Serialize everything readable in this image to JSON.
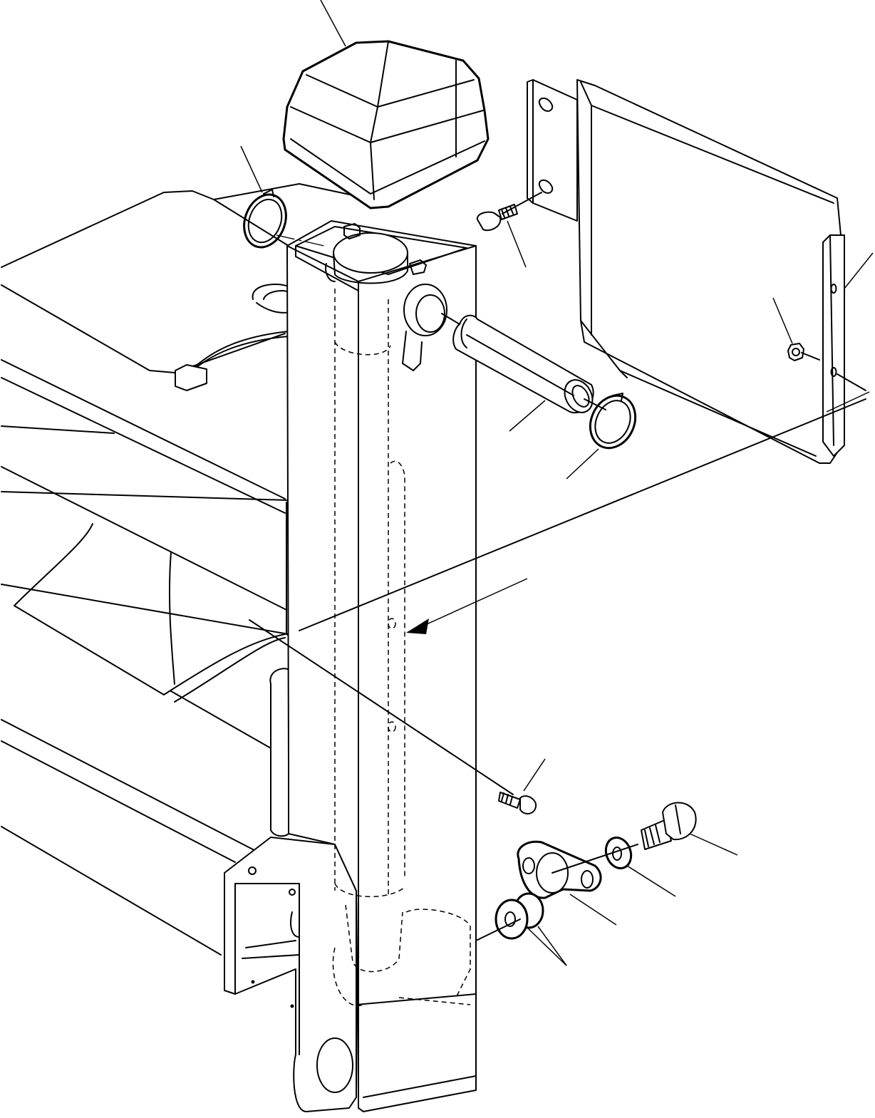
{
  "figure": {
    "parts": [
      {
        "id": "top-cap",
        "name": "cap-icon"
      },
      {
        "id": "snap-ring-upper",
        "name": "snap-ring-icon"
      },
      {
        "id": "mount-bolt-upper",
        "name": "bolt-icon"
      },
      {
        "id": "cover-plate",
        "name": "plate-icon"
      },
      {
        "id": "nut",
        "name": "nut-icon"
      },
      {
        "id": "pivot-pin",
        "name": "pin-icon"
      },
      {
        "id": "snap-ring-lower",
        "name": "snap-ring-icon"
      },
      {
        "id": "mount-bolt-lower",
        "name": "bolt-icon"
      },
      {
        "id": "flange-bolt",
        "name": "bolt-icon"
      },
      {
        "id": "washer",
        "name": "washer-icon"
      },
      {
        "id": "flange-plate",
        "name": "flange-icon"
      },
      {
        "id": "shim-washers",
        "name": "washer-icon"
      }
    ],
    "line_color": "#000000",
    "background": "#ffffff"
  }
}
